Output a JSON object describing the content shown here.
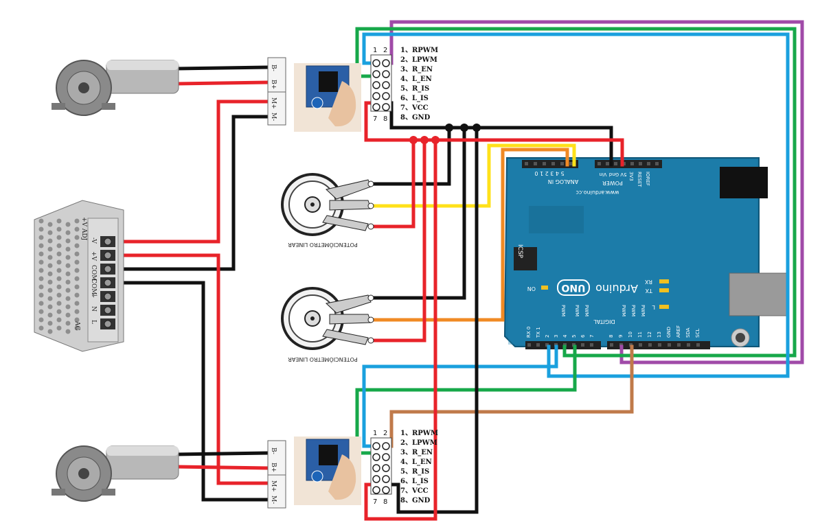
{
  "colors": {
    "red": "#e8232a",
    "black": "#111111",
    "green": "#17a84a",
    "blue": "#1aa0de",
    "purple": "#a04ba8",
    "yellow": "#ffe11a",
    "orange": "#f08a24",
    "brown": "#c07a4a",
    "arduino": "#1b79a5",
    "arduino_dark": "#15678d"
  },
  "driver_top": {
    "header_numbers": [
      "1",
      "2"
    ],
    "footer_numbers": [
      "7",
      "8"
    ],
    "pins": [
      "1、RPWM",
      "2、LPWM",
      "3、R_EN",
      "4、L_EN",
      "5、R_IS",
      "6、L_IS",
      "7、VCC",
      "8、GND"
    ],
    "terminals": [
      "B-",
      "B+",
      "M+",
      "M-"
    ]
  },
  "driver_bottom": {
    "header_numbers": [
      "1",
      "2"
    ],
    "footer_numbers": [
      "7",
      "8"
    ],
    "pins": [
      "1、RPWM",
      "2、LPWM",
      "3、R_EN",
      "4、L_EN",
      "5、R_IS",
      "6、L_IS",
      "7、VCC",
      "8、GND"
    ],
    "terminals": [
      "B-",
      "B+",
      "M+",
      "M-"
    ]
  },
  "pot_top": {
    "label": "POTENCIÔMETRO LINEAR"
  },
  "pot_bottom": {
    "label": "POTENCIÔMETRO LINEAR"
  },
  "power_supply": {
    "terminals": [
      "-V",
      "+V",
      "COM",
      "COM",
      "⏚",
      "N",
      "L"
    ],
    "adj": "+V ADJ",
    "ac": "AC"
  },
  "arduino": {
    "brand": "Arduino",
    "model": "UNO",
    "website": "www.arduino.cc",
    "icsp": "ICSP",
    "on": "ON",
    "tx": "TX",
    "rx": "RX",
    "l": "L",
    "analog_in": "ANALOG IN",
    "analog_pins": "5 4 3 2 1 0",
    "power": "POWER",
    "power_pins": [
      "Vin",
      "Gnd",
      "5V",
      "3V3",
      "RESET",
      "IOREF"
    ],
    "digital": "DIGITAL",
    "digital_pins": [
      "RX 0",
      "TX 1",
      "2",
      "3",
      "4",
      "5",
      "6",
      "7",
      "8",
      "9",
      "10",
      "11",
      "12",
      "13",
      "GND",
      "AREF",
      "SDA",
      "SCL"
    ],
    "pwm": "PWM"
  }
}
